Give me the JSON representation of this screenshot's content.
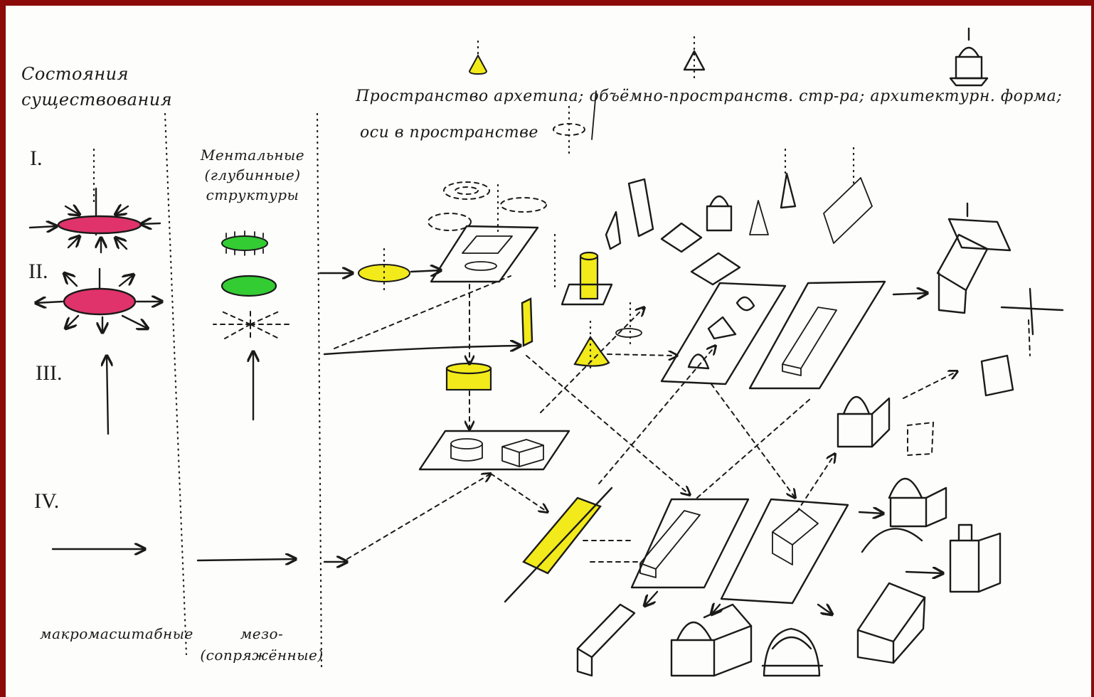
{
  "title": "Состояния существования",
  "header_note": "Пространство архетипа; объёмно-пространств. стр-ра; архитектурн. форма;",
  "header_note_2": "оси в пространстве",
  "column2_label": "Ментальные (глубинные) структуры",
  "states": [
    "I.",
    "II.",
    "III.",
    "IV."
  ],
  "bottom_label_1": "макромасштабные",
  "bottom_label_2": "мезо-(сопряжённые)",
  "colors": {
    "frame": "#8b0a0a",
    "ink": "#1a1a1a",
    "magenta": "#e0336b",
    "green": "#33cc33",
    "yellow": "#f2ea1a"
  }
}
